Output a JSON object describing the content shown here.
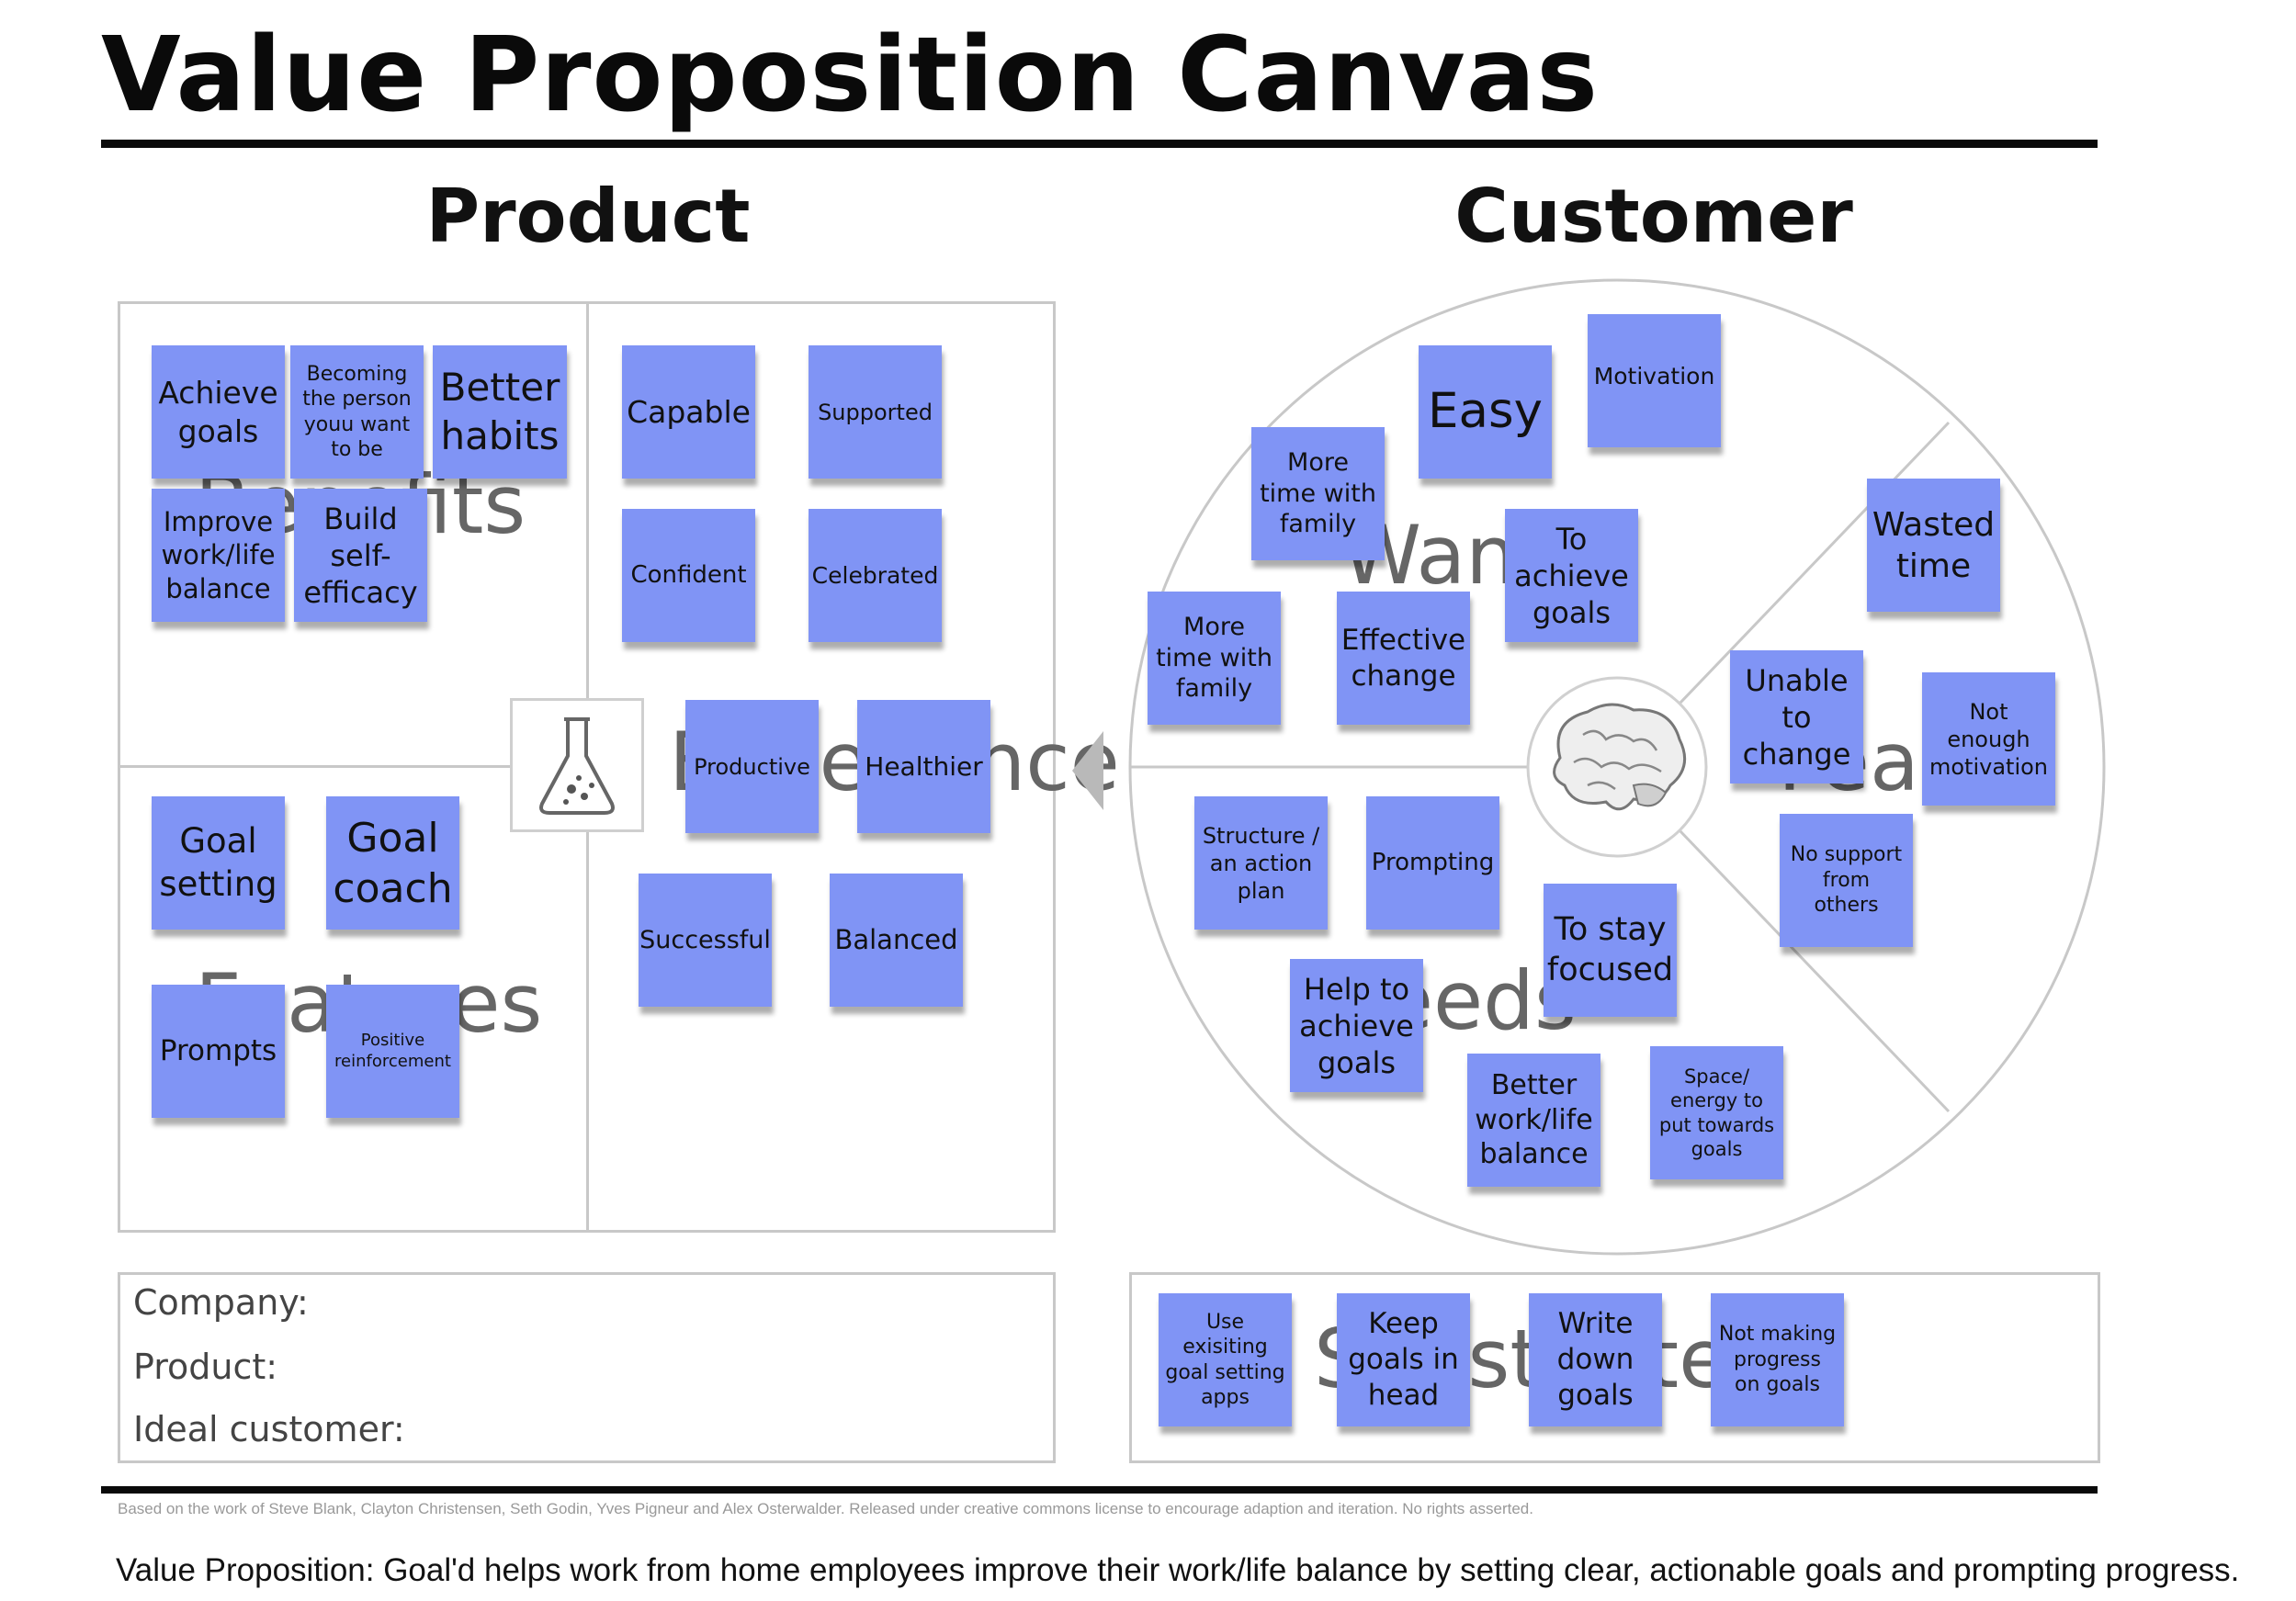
{
  "title": "Value Proposition Canvas",
  "headings": {
    "product": "Product",
    "customer": "Customer"
  },
  "sections": {
    "benefits": "Benefits",
    "features": "Features",
    "experience": "Experience",
    "wants": "Wants",
    "needs": "Needs",
    "fears": "Fears",
    "substitutes": "Substitutes"
  },
  "icons": {
    "product": "flask-icon",
    "customer": "brain-icon",
    "arrow": "triangle-left-icon"
  },
  "colors": {
    "sticky_note": "#8094f5",
    "frame_line": "#c8c8c8",
    "title_rule": "#0a0a0a"
  },
  "notes": {
    "benefits": [
      "Achieve\ngoals",
      "Becoming\nthe person\nyouu want\nto be",
      "Better\nhabits",
      "Improve\nwork/life\nbalance",
      "Build\nself-\nefficacy"
    ],
    "features": [
      "Goal\nsetting",
      "Goal\ncoach",
      "Prompts",
      "Positive\nreinforcement"
    ],
    "experience": [
      "Capable",
      "Supported",
      "Confident",
      "Celebrated",
      "Productive",
      "Healthier",
      "Successful",
      "Balanced"
    ],
    "wants": [
      "Easy",
      "Motivation",
      "More\ntime with\nfamily",
      "To\nachieve\ngoals",
      "More\ntime with\nfamily",
      "Effective\nchange"
    ],
    "needs": [
      "Structure /\nan action\nplan",
      "Prompting",
      "To stay\nfocused",
      "Help to\nachieve\ngoals",
      "Better\nwork/life\nbalance",
      "Space/\nenergy to\nput towards\ngoals"
    ],
    "fears": [
      "Wasted\ntime",
      "Unable\nto\nchange",
      "Not\nenough\nmotivation",
      "No support\nfrom\nothers"
    ],
    "substitutes": [
      "Use\nexisiting\ngoal setting\napps",
      "Keep\ngoals in\nhead",
      "Write\ndown\ngoals",
      "Not making\nprogress\non goals"
    ]
  },
  "info": {
    "company": "Company:",
    "product": "Product:",
    "ideal_customer": "Ideal customer:"
  },
  "credit": "Based on the work of Steve Blank, Clayton Christensen, Seth Godin, Yves Pigneur and Alex Osterwalder. Released under creative commons license to encourage adaption and iteration. No rights asserted.",
  "value_proposition": "Value Proposition: Goal'd helps work from home employees improve their work/life balance by setting clear, actionable goals and prompting progress."
}
